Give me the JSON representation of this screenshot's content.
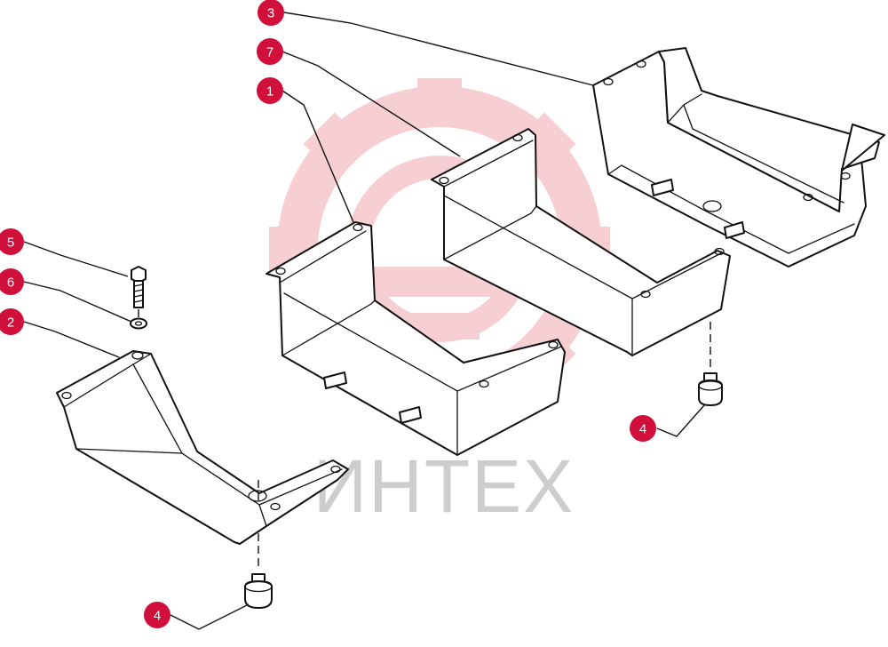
{
  "watermark": {
    "text": "ИНТЕХ",
    "gear_color": "#f2a9b0",
    "text_color": "#cdcdcd"
  },
  "callout_color": "#d0103a",
  "callouts": [
    {
      "id": "callout-3",
      "label": "3"
    },
    {
      "id": "callout-7",
      "label": "7"
    },
    {
      "id": "callout-1",
      "label": "1"
    },
    {
      "id": "callout-5",
      "label": "5"
    },
    {
      "id": "callout-6",
      "label": "6"
    },
    {
      "id": "callout-2",
      "label": "2"
    },
    {
      "id": "callout-4-right",
      "label": "4"
    },
    {
      "id": "callout-4-left",
      "label": "4"
    }
  ]
}
